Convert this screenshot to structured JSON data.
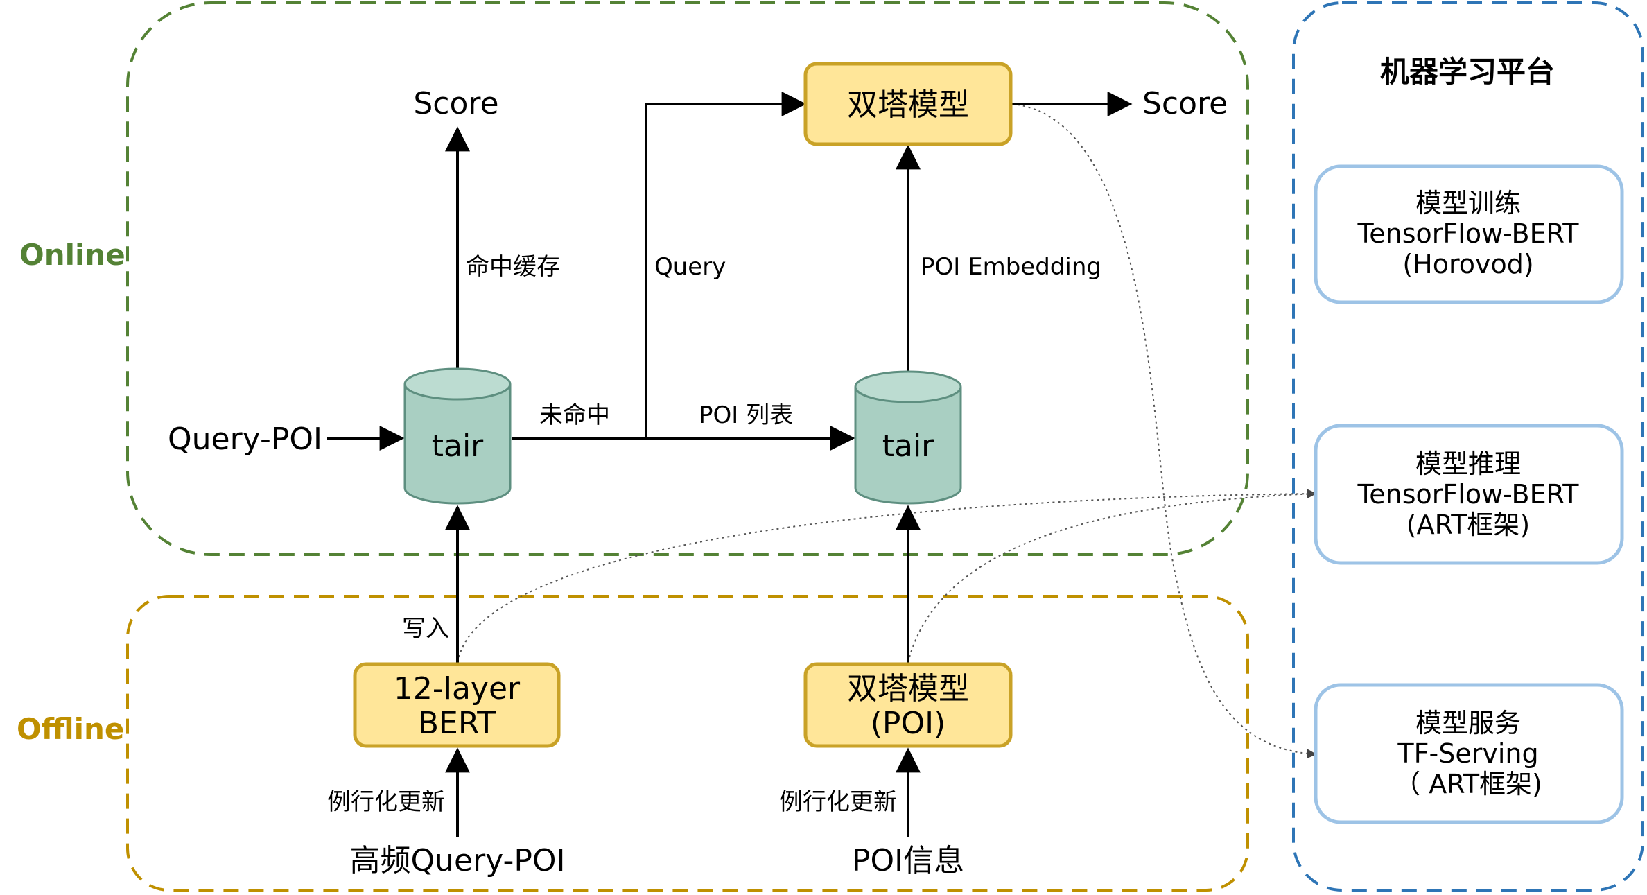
{
  "sections": {
    "online": "Online",
    "offline": "Offline",
    "platform_title": "机器学习平台"
  },
  "online": {
    "score_left": "Score",
    "score_right": "Score",
    "twin_tower_model": "双塔模型",
    "tair_left": "tair",
    "tair_right": "tair",
    "query_poi_input": "Query-POI",
    "edge_cache_hit": "命中缓存",
    "edge_cache_miss": "未命中",
    "edge_poi_list": "POI 列表",
    "edge_query": "Query",
    "edge_poi_embedding": "POI Embedding"
  },
  "offline": {
    "bert_line1": "12-layer",
    "bert_line2": "BERT",
    "twin_tower_line1": "双塔模型",
    "twin_tower_line2": "(POI)",
    "edge_write": "写入",
    "edge_routine_left": "例行化更新",
    "edge_routine_right": "例行化更新",
    "source_left": "高频Query-POI",
    "source_right": "POI信息"
  },
  "platform": {
    "cards": [
      {
        "title": "模型训练",
        "line2": "TensorFlow-BERT",
        "line3": "(Horovod)"
      },
      {
        "title": "模型推理",
        "line2": "TensorFlow-BERT",
        "line3": "(ART框架)"
      },
      {
        "title": "模型服务",
        "line2": "TF-Serving",
        "line3": "（ ART框架)"
      }
    ]
  },
  "colors": {
    "online_border": "#548235",
    "offline_border": "#BF9000",
    "platform_border": "#2E75B6",
    "card_border": "#9DC3E6",
    "model_fill": "#FFE699",
    "model_border": "#C9A227",
    "cylinder_fill": "#A9CFC2",
    "cylinder_border": "#5E8F80"
  }
}
